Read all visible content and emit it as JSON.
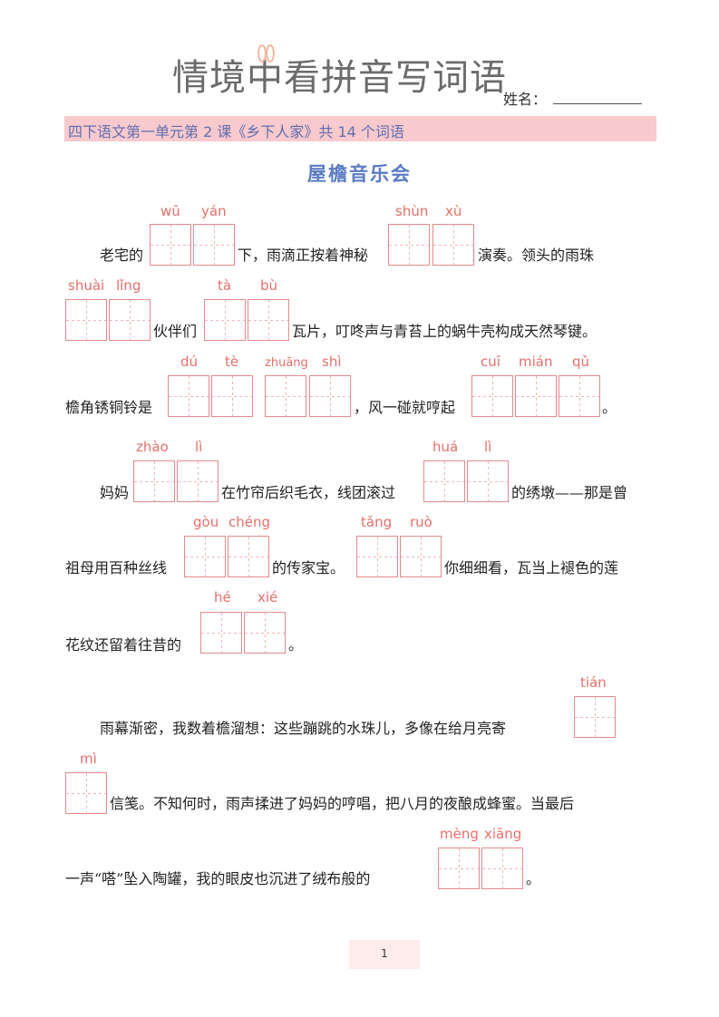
{
  "header": {
    "logo_text": "情境中看拼音写词语",
    "name_label": "姓名：",
    "banner": "四下语文第一单元第 2 课《乡下人家》共 14 个词语"
  },
  "title": "屋檐音乐会",
  "lines": [
    {
      "text_a": "老宅的",
      "text_b": "下，雨滴正按着神秘",
      "text_c": "演奏。领头的雨珠"
    },
    {
      "text_a": "伙伴们",
      "text_b": "瓦片，叮咚声与青苔上的蜗牛壳构成天然琴键。"
    },
    {
      "text_a": "檐角锈铜铃是",
      "text_b": "，风一碰就哼起",
      "text_c": "。"
    },
    {
      "text_a": "妈妈",
      "text_b": "在竹帘后织毛衣，线团滚过",
      "text_c": "的绣墩——那是曾"
    },
    {
      "text_a": "祖母用百种丝线",
      "text_b": "的传家宝。",
      "text_c": "你细细看，瓦当上褪色的莲"
    },
    {
      "text_a": "花纹还留着往昔的",
      "text_b": "。"
    },
    {
      "text_a": "雨幕渐密，我数着檐溜想：这些蹦跳的水珠儿，多像在给月亮寄"
    },
    {
      "text_a": "信笺。不知何时，雨声揉进了妈妈的哼唱，把八月的夜酿成蜂蜜。当最后"
    },
    {
      "text_a": "一声“嗒”坠入陶罐，我的眼皮也沉进了绒布般的",
      "text_b": "。"
    }
  ],
  "pinyin": {
    "wu": "wū",
    "yan": "yán",
    "shun": "shùn",
    "xu": "xù",
    "shuai": "shuài",
    "ling": "lǐng",
    "ta": "tà",
    "bu": "bù",
    "du": "dú",
    "te": "tè",
    "zhuang": "zhuāng",
    "shi": "shì",
    "cui": "cuī",
    "mian": "mián",
    "qu": "qǔ",
    "zhao": "zhào",
    "li1": "lì",
    "hua": "huá",
    "li2": "lì",
    "gou": "gòu",
    "cheng": "chéng",
    "tang": "tǎng",
    "ruo": "ruò",
    "he": "hé",
    "xie": "xié",
    "tian": "tián",
    "mi": "mì",
    "meng": "mèng",
    "xiang": "xiāng"
  },
  "page_number": "1",
  "colors": {
    "banner": "#f8c9cd",
    "pinyin": "#e4706a",
    "title": "#5b7bc4",
    "grid": "#e48a8a"
  }
}
